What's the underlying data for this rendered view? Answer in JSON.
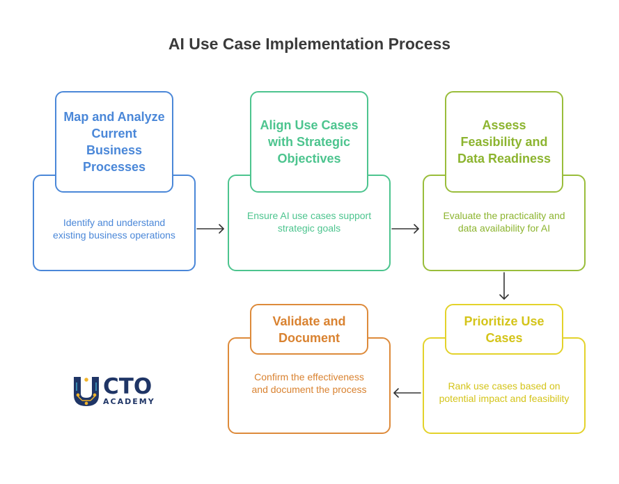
{
  "title": "AI Use Case Implementation Process",
  "steps": [
    {
      "heading": "Map and Analyze Current Business Processes",
      "description": "Identify and understand existing business operations",
      "color": "#4a87d8"
    },
    {
      "heading": "Align Use Cases with Strategic Objectives",
      "description": "Ensure AI use cases support strategic goals",
      "color": "#4cc48e"
    },
    {
      "heading": "Assess Feasibility and Data Readiness",
      "description": "Evaluate the practicality and data availability for AI",
      "color": "#99bd3a"
    },
    {
      "heading": "Prioritize Use Cases",
      "description": "Rank use cases based on potential impact and feasibility",
      "color": "#e3d22a"
    },
    {
      "heading": "Validate and Document",
      "description": "Confirm the effectiveness and document the process",
      "color": "#dd8a3a"
    }
  ],
  "logo": {
    "main": "CTO",
    "sub": "ACADEMY",
    "color": "#1f3566"
  }
}
